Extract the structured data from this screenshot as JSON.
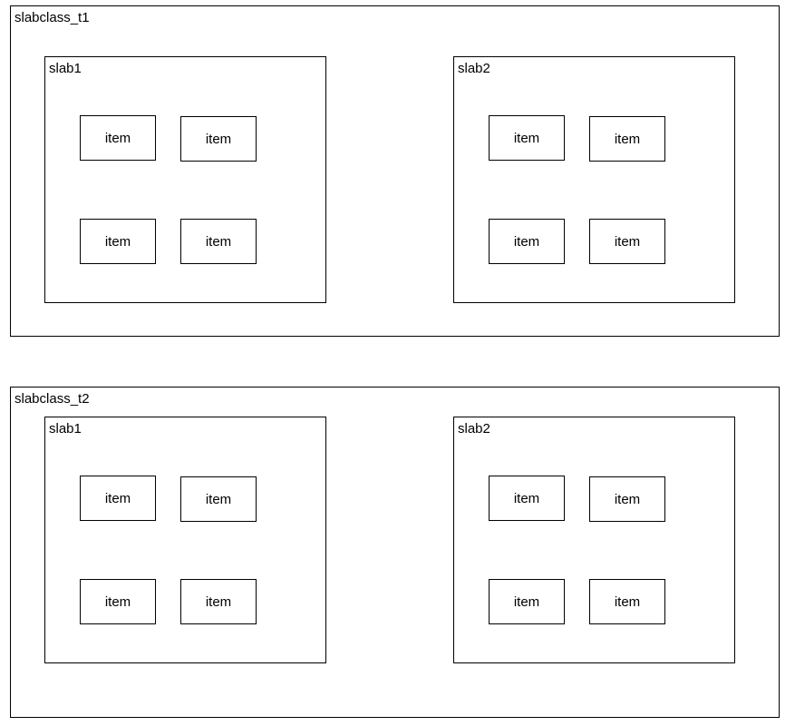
{
  "slabclasses": [
    {
      "label": "slabclass_t1",
      "slabs": [
        {
          "label": "slab1",
          "items": [
            "item",
            "item",
            "item",
            "item"
          ]
        },
        {
          "label": "slab2",
          "items": [
            "item",
            "item",
            "item",
            "item"
          ]
        }
      ]
    },
    {
      "label": "slabclass_t2",
      "slabs": [
        {
          "label": "slab1",
          "items": [
            "item",
            "item",
            "item",
            "item"
          ]
        },
        {
          "label": "slab2",
          "items": [
            "item",
            "item",
            "item",
            "item"
          ]
        }
      ]
    }
  ]
}
